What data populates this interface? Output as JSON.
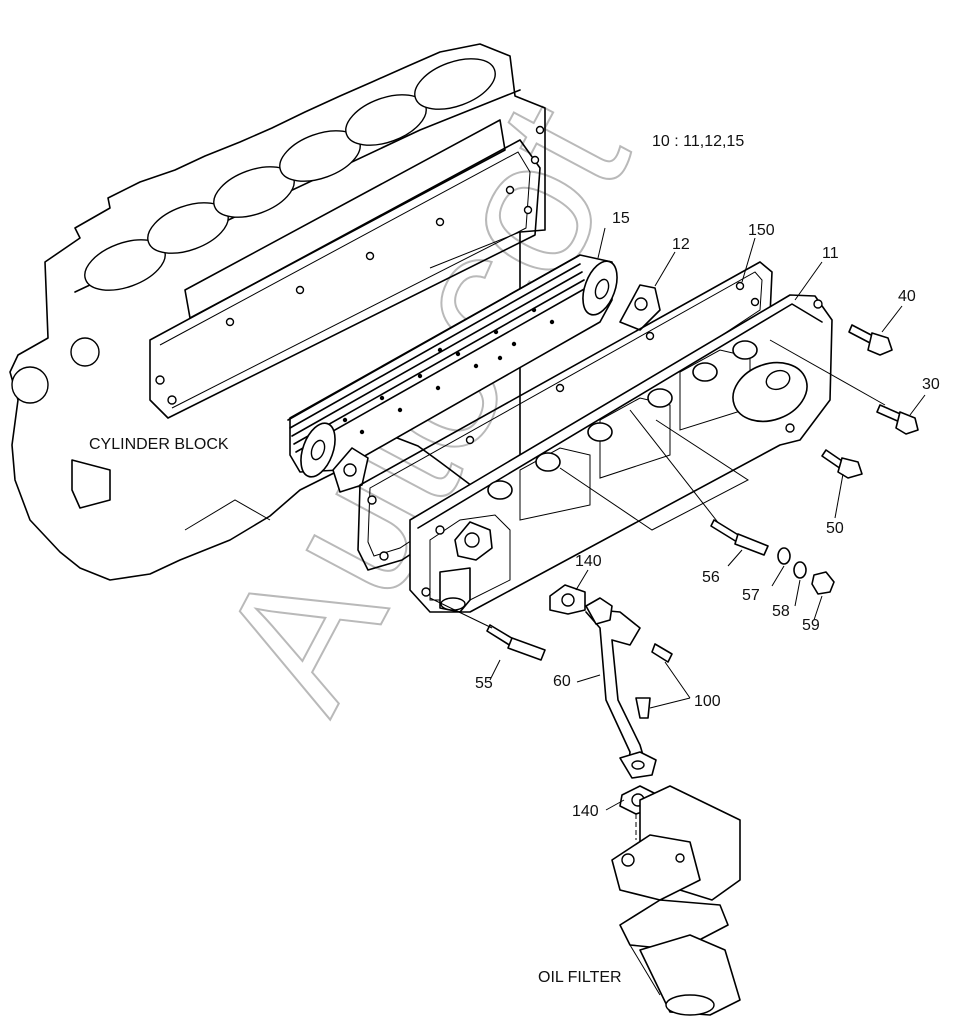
{
  "header_note": "10 : 11,12,15",
  "watermark": "Autocot",
  "labels": {
    "cylinder_block": "CYLINDER BLOCK",
    "oil_filter": "OIL FILTER"
  },
  "part_numbers": {
    "p15": "15",
    "p12": "12",
    "p150": "150",
    "p11": "11",
    "p40": "40",
    "p30": "30",
    "p50": "50",
    "p56": "56",
    "p57": "57",
    "p58": "58",
    "p59": "59",
    "p140_top": "140",
    "p140_bottom": "140",
    "p60": "60",
    "p100": "100",
    "p55": "55"
  }
}
